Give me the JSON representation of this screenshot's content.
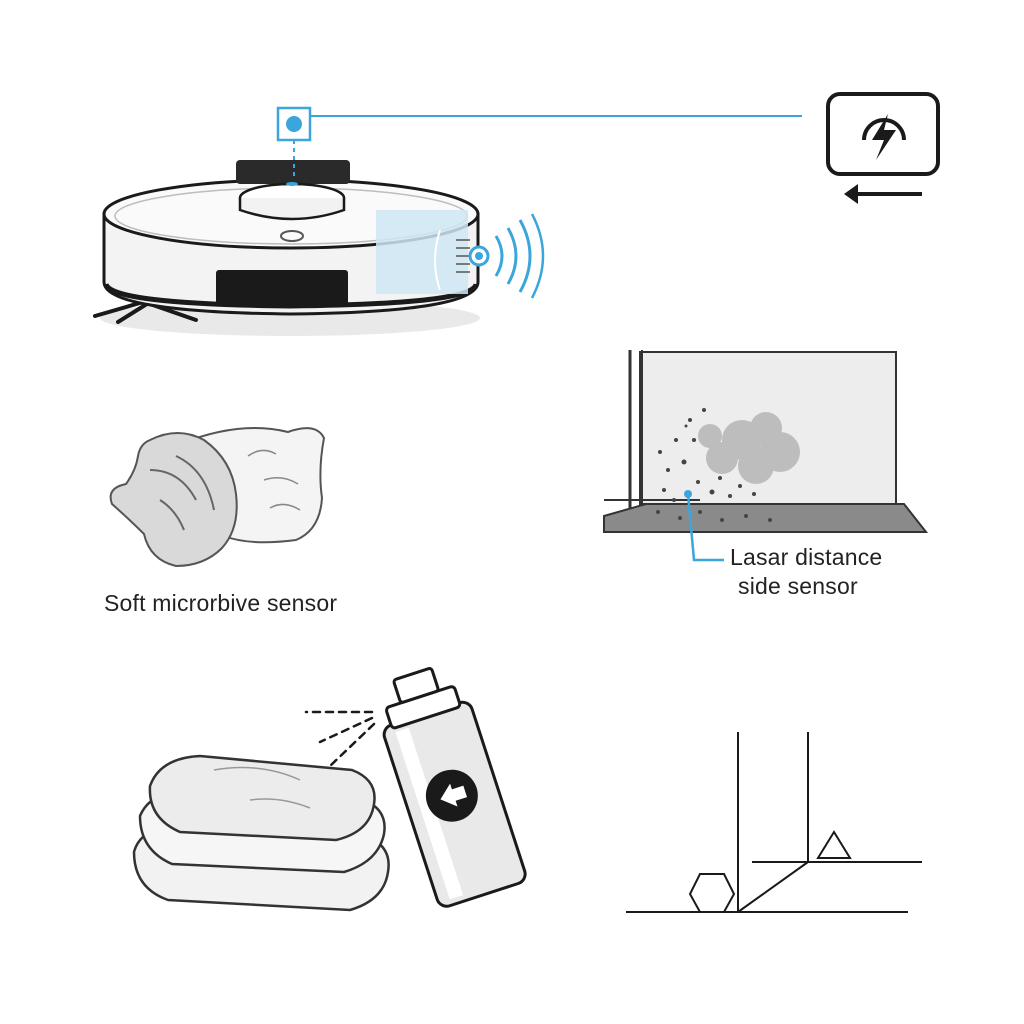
{
  "labels": {
    "soft_cloth": "Soft microrbive sensor",
    "laser_line1": "Lasar  distance",
    "laser_line2": "side sensor"
  },
  "colors": {
    "accent": "#3aa6dc",
    "accent_fill": "#cfe6f5",
    "line": "#1a1a1a",
    "gray_fill": "#e6e6e6"
  },
  "icons": [
    "robot-vacuum-icon",
    "lidar-sensor-icon",
    "charging-dock-icon",
    "microfiber-cloth-icon",
    "dusty-wall-corner-icon",
    "folded-towels-icon",
    "spray-can-icon",
    "corner-geometry-icon"
  ]
}
